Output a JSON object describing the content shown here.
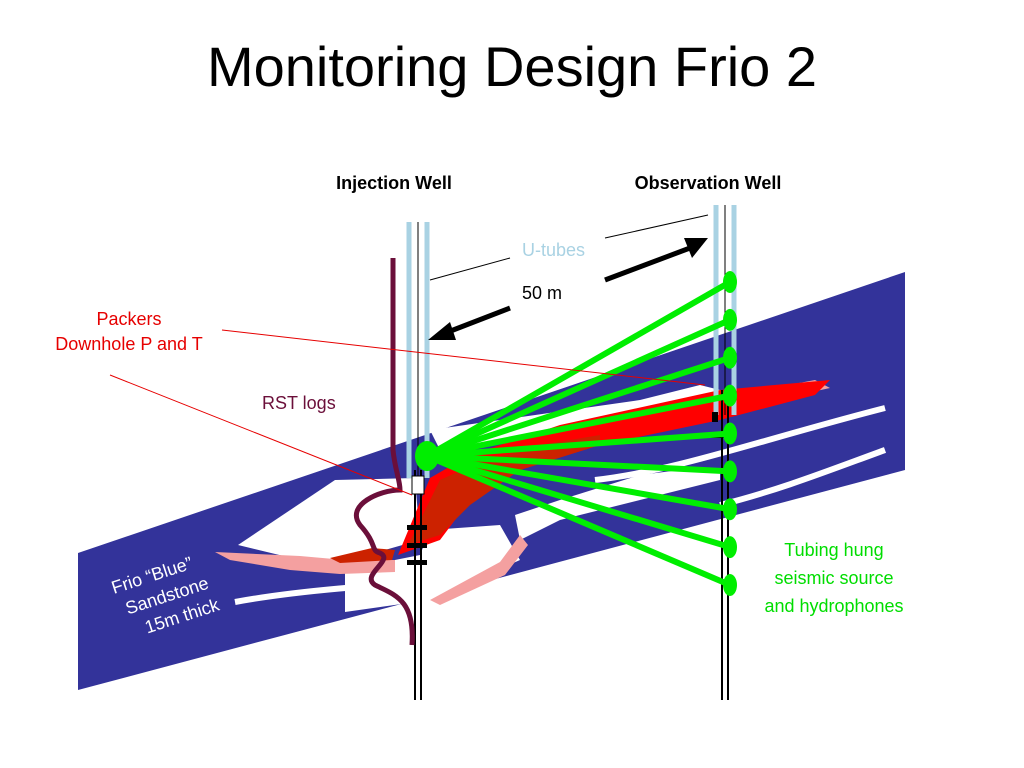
{
  "title": "Monitoring Design Frio 2",
  "wells": {
    "injection_label": "Injection Well",
    "observation_label": "Observation Well"
  },
  "labels": {
    "u_tubes": "U-tubes",
    "distance": "50 m",
    "packers_line1": "Packers",
    "packers_line2": "Downhole P and T",
    "rst_logs": "RST logs",
    "sandstone_line1": "Frio “Blue”",
    "sandstone_line2": "Sandstone",
    "sandstone_line3": "15m thick",
    "seismic_line1": "Tubing  hung",
    "seismic_line2": "seismic source",
    "seismic_line3": "and hydrophones"
  },
  "colors": {
    "formation": "#33339a",
    "plume": "#ff0000",
    "plume_dark": "#cc2200",
    "shale_pink": "#f4a0a0",
    "seismic_green": "#00ee00",
    "rst_log": "#6b0f3a",
    "u_tube": "#a9d2e3",
    "packer_line": "#e60000"
  },
  "hydrophone_count": 9
}
